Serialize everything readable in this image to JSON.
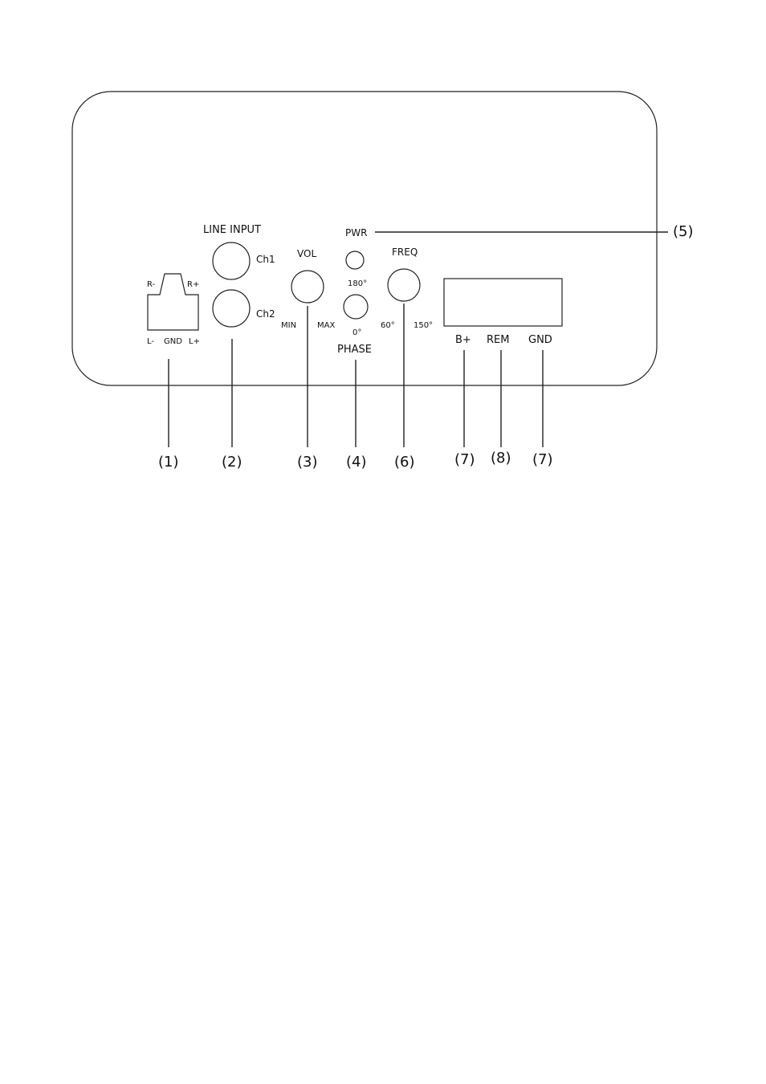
{
  "panel": {
    "line_input": "LINE INPUT",
    "ch1": "Ch1",
    "ch2": "Ch2",
    "vol": "VOL",
    "min": "MIN",
    "max": "MAX",
    "pwr": "PWR",
    "deg180": "180°",
    "deg0": "0°",
    "phase": "PHASE",
    "freq": "FREQ",
    "f60": "60°",
    "f150": "150°",
    "b_plus": "B+",
    "rem": "REM",
    "gnd": "GND"
  },
  "speaker_terminal": {
    "r_minus": "R-",
    "r_plus": "R+",
    "l_minus": "L-",
    "gnd": "GND",
    "l_plus": "L+"
  },
  "callouts": {
    "c1": "(1)",
    "c2": "(2)",
    "c3": "(3)",
    "c4": "(4)",
    "c5": "(5)",
    "c6": "(6)",
    "c7a": "(7)",
    "c8": "(8)",
    "c7b": "(7)"
  }
}
